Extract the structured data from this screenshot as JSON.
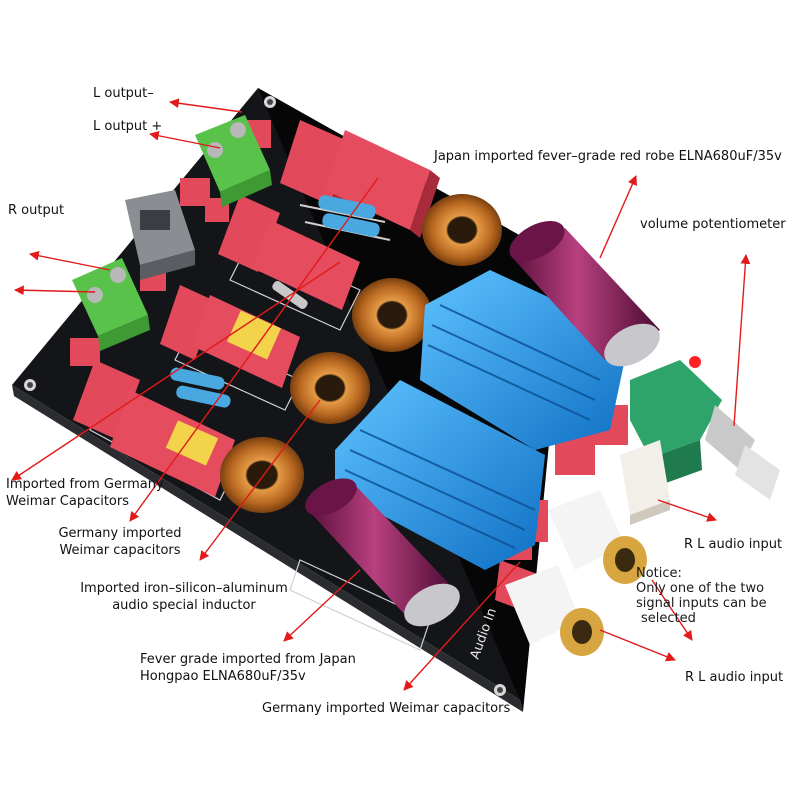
{
  "labels": {
    "l_output_minus": "L output–",
    "l_output_plus": "L output +",
    "r_output": "R output",
    "japan_capacitor": "Japan imported fever–grade red robe ELNA680uF/35v",
    "volume_pot": "volume potentiometer",
    "germany_weimar_1_line1": "Imported from Germany",
    "germany_weimar_1_line2": "Weimar Capacitors",
    "germany_weimar_2_line1": "Germany imported",
    "germany_weimar_2_line2": "Weimar capacitors",
    "inductor_line1": "Imported iron–silicon–aluminum",
    "inductor_line2": "audio special inductor",
    "hongpao_line1": "Fever grade imported from Japan",
    "hongpao_line2": "Hongpao ELNA680uF/35v",
    "germany_weimar_3": "Germany imported Weimar capacitors",
    "rl_audio_input_1": "R L audio input",
    "rl_audio_input_2": "R L audio input",
    "notice_title": "Notice:",
    "notice_line1": "Only one of the two",
    "notice_line2": "signal inputs can be",
    "notice_line3": "selected"
  },
  "pcb_silkscreen": {
    "audio_in": "Audio In"
  },
  "colors": {
    "pcb": "#111214",
    "heatsink": "#1e8fe0",
    "capacitor_red": "#e2495a",
    "electrolytic_purple": "#8e1f63",
    "terminal_green": "#58c24a",
    "copper": "#c8782a",
    "arrow_red": "#e21a1a",
    "rca_gold": "#d8a640"
  }
}
